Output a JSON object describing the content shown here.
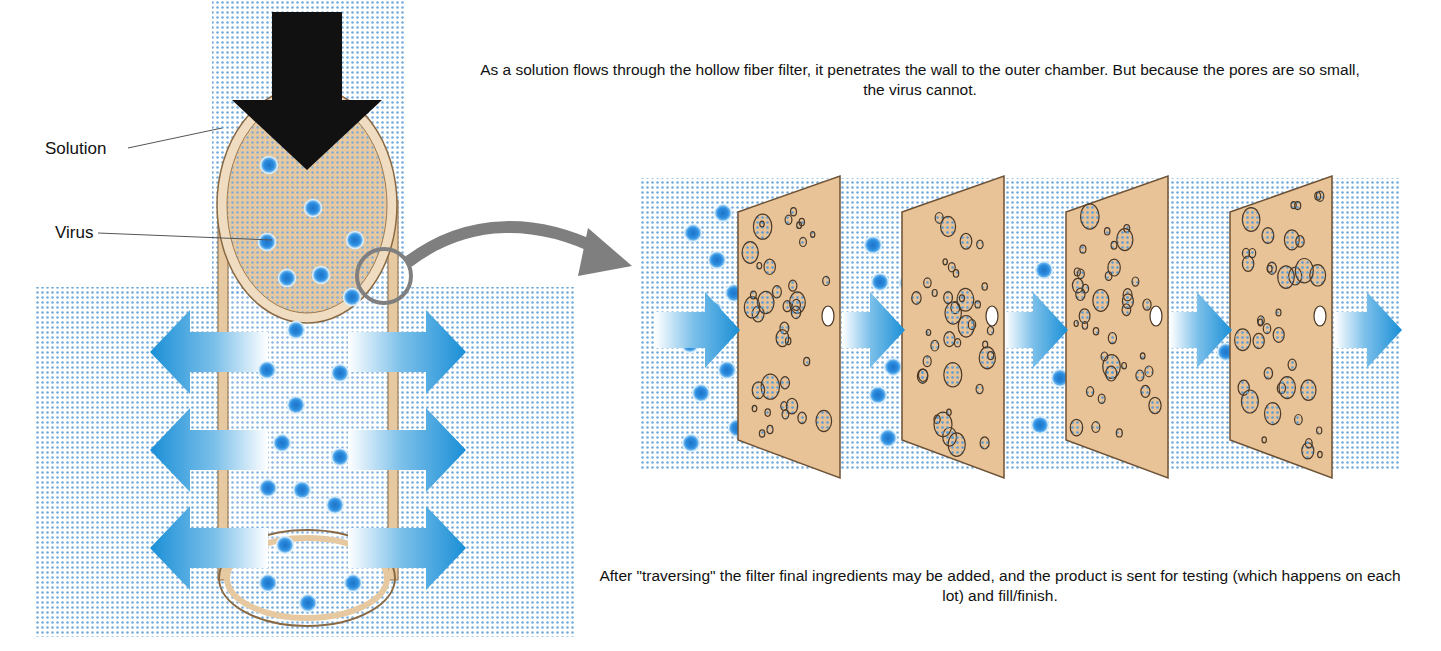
{
  "diagram": {
    "labels": [
      "Solution",
      "Virus",
      "As a solution flows through the hollow fiber filter, it penetrates the wall to the outer chamber. But because the pores are so small, the virus cannot.",
      "After \"traversing\" the filter final ingredients may be added, and the product is sent for testing (which happens on each lot) and fill/finish."
    ]
  }
}
